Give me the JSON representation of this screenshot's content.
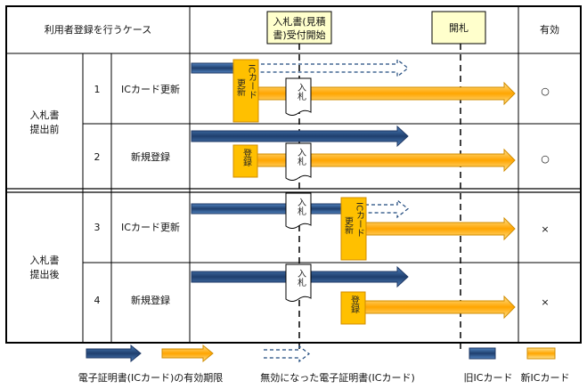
{
  "header": {
    "case_label": "利用者登録を行うケース",
    "start_label_line1": "入札書(見積",
    "start_label_line2": "書)受付開始",
    "opening_label": "開札",
    "valid_label": "有効"
  },
  "groups": [
    {
      "label_line1": "入札書",
      "label_line2": "提出前"
    },
    {
      "label_line1": "入札書",
      "label_line2": "提出後"
    }
  ],
  "rows": [
    {
      "num": "1",
      "case": "ICカード更新",
      "valid": "○"
    },
    {
      "num": "2",
      "case": "新規登録",
      "valid": "○"
    },
    {
      "num": "3",
      "case": "ICカード更新",
      "valid": "×"
    },
    {
      "num": "4",
      "case": "新規登録",
      "valid": "×"
    }
  ],
  "markers": {
    "renew_main": "ICカード",
    "renew_sub": "更新",
    "register": "登録",
    "bid": "入札"
  },
  "legend": {
    "validity": "電子証明書(ICカード)の有効期限",
    "invalid": "無効になった電子証明書(ICカード)",
    "old_card": "旧ICカード",
    "new_card": "新ICカード"
  },
  "colors": {
    "old_card": "#1f497d",
    "new_card": "#ffc000",
    "new_card_border": "#e0a800",
    "header_box": "#ffffcc",
    "table_border": "#000000"
  }
}
